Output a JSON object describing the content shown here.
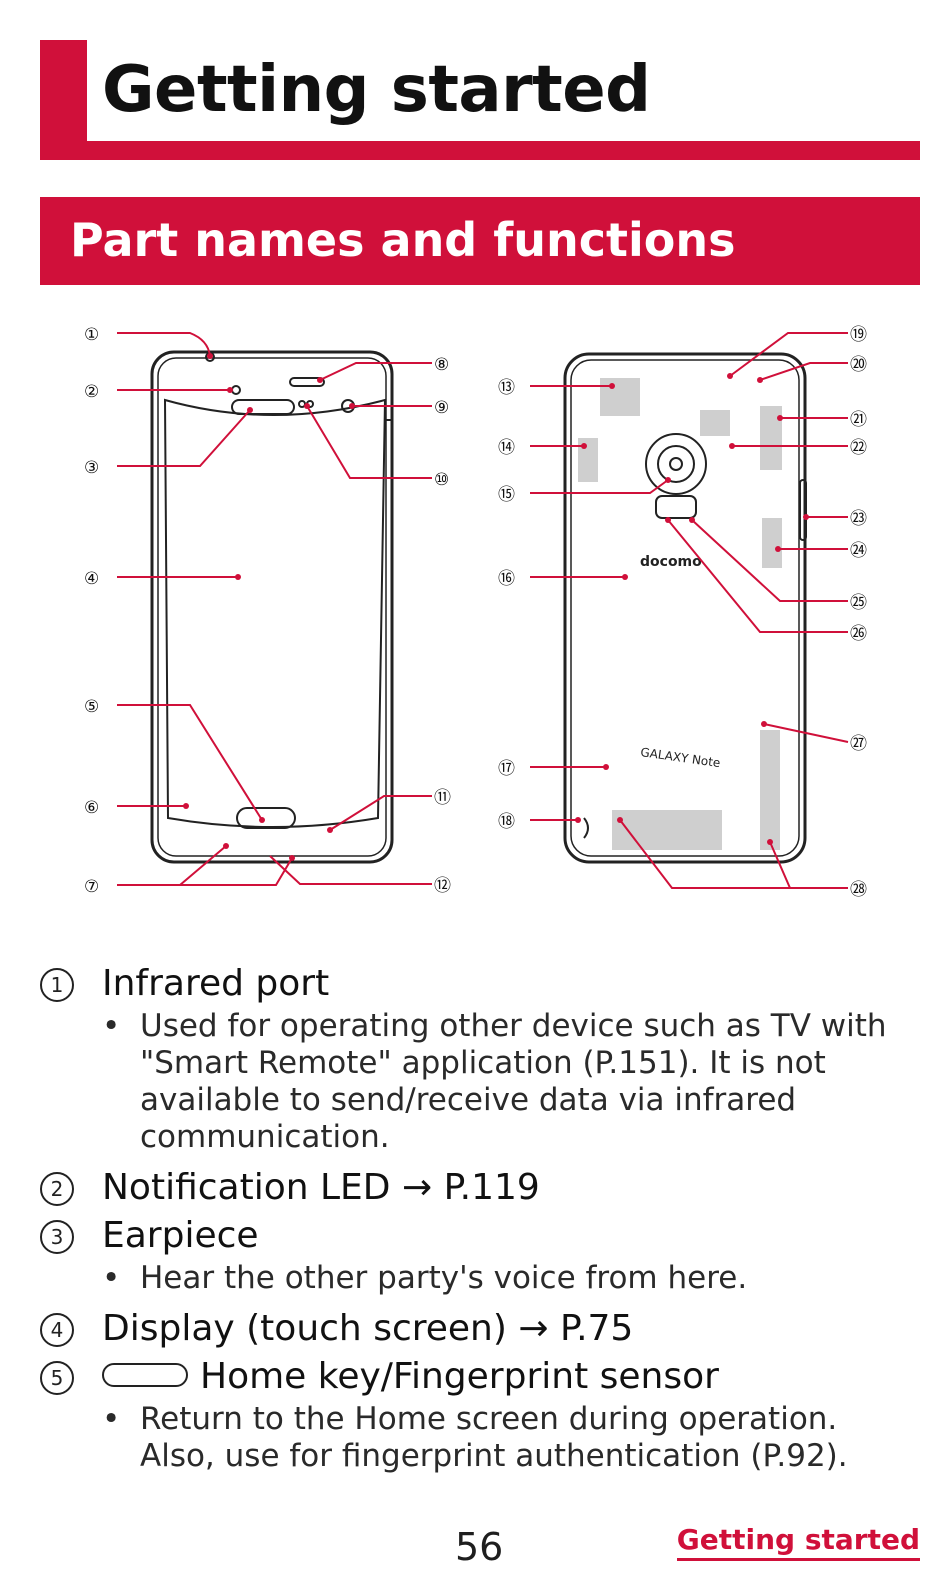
{
  "chapter": {
    "title": "Getting started"
  },
  "section": {
    "title": "Part names and functions"
  },
  "diagram": {
    "callouts": [
      "①",
      "②",
      "③",
      "④",
      "⑤",
      "⑥",
      "⑦",
      "⑧",
      "⑨",
      "⑩",
      "⑪",
      "⑫",
      "⑬",
      "⑭",
      "⑮",
      "⑯",
      "⑰",
      "⑱",
      "⑲",
      "⑳",
      "㉑",
      "㉒",
      "㉓",
      "㉔",
      "㉕",
      "㉖",
      "㉗",
      "㉘"
    ],
    "back_brand": "docomo",
    "back_model": "GALAXY Note",
    "accent_color": "#d0103a"
  },
  "items": [
    {
      "num": "1",
      "title": "Infrared port",
      "desc": "Used for operating other device such as TV with \"Smart Remote\" application (P.151). It is not available to send/receive data via infrared communication."
    },
    {
      "num": "2",
      "title": "Notification LED → P.119"
    },
    {
      "num": "3",
      "title": "Earpiece",
      "desc": "Hear the other party's voice from here."
    },
    {
      "num": "4",
      "title": "Display (touch screen) → P.75"
    },
    {
      "num": "5",
      "title": "Home key/Fingerprint sensor",
      "desc": "Return to the Home screen during operation. Also, use for fingerprint authentication (P.92)."
    }
  ],
  "footer": {
    "page": "56",
    "link": "Getting started"
  }
}
